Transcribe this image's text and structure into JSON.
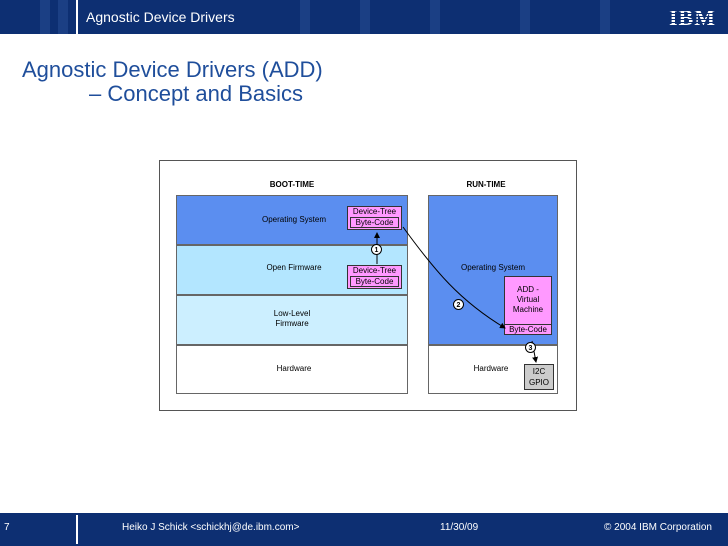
{
  "header": {
    "title": "Agnostic Device Drivers",
    "logo": "IBM"
  },
  "slide": {
    "title_line1": "Agnostic Device Drivers (ADD)",
    "title_line2": "– Concept and Basics"
  },
  "diagram": {
    "boot_time_label": "BOOT-TIME",
    "run_time_label": "RUN-TIME",
    "boot_layers": [
      "Operating System",
      "Open Firmware",
      "Low-Level Firmware",
      "Hardware"
    ],
    "run_layers": [
      "Operating System",
      "Hardware"
    ],
    "device_tree_top": "Device-Tree",
    "byte_code_top": "Byte-Code",
    "device_tree_bottom": "Device-Tree",
    "byte_code_bottom": "Byte-Code",
    "add_vm": "ADD - Virtual Machine",
    "add_byte_code": "Byte-Code",
    "hw_interfaces": "I2C GPIO",
    "step1": "1",
    "step2": "2",
    "step3": "3"
  },
  "footer": {
    "page": "7",
    "author": "Heiko J Schick <schickhj@de.ibm.com>",
    "date": "11/30/09",
    "copyright": "© 2004 IBM Corporation"
  },
  "colors": {
    "header_bg": "#0d2f72",
    "title": "#1f4e9b",
    "os_blue": "#5b8ef0",
    "fw_light": "#b3e6ff",
    "fw_lighter": "#ccefff",
    "pink": "#ff99ff"
  }
}
